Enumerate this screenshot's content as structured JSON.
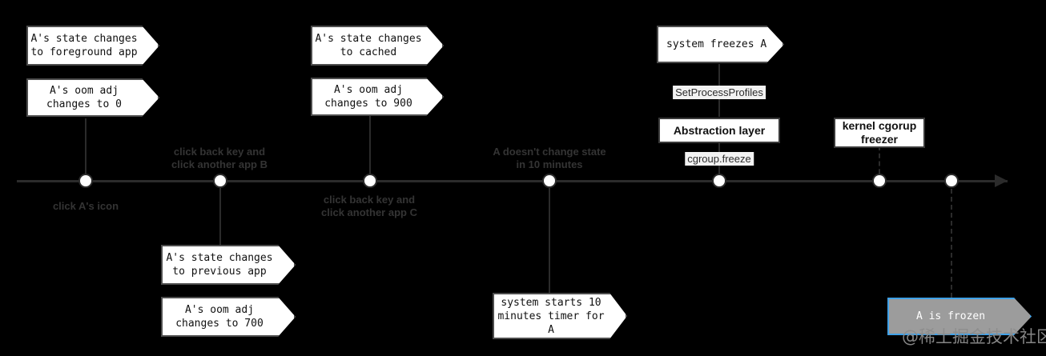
{
  "diagram": {
    "title": "App freeze timeline",
    "background_color": "#000000",
    "axis_color": "#2b2b2b",
    "node_fill": "#ffffff",
    "caption_color": "#343434",
    "highlight_border": "#3fa1e8",
    "highlight_fill": "#9c9c9c"
  },
  "axis": {
    "captions_above": [
      {
        "text": "click back key and\nclick another app B"
      },
      {
        "text": "A doesn't change state\nin 10 minutes"
      }
    ],
    "captions_below": [
      {
        "text": "click A's icon"
      },
      {
        "text": "click back key and\nclick another app C"
      }
    ]
  },
  "nodes": [
    {
      "id": "n1",
      "caption": "click A's icon"
    },
    {
      "id": "n2",
      "caption": "click back key and\nclick another app B"
    },
    {
      "id": "n3",
      "caption": "click back key and\nclick another app C"
    },
    {
      "id": "n4",
      "caption": "A doesn't change state\nin 10 minutes"
    },
    {
      "id": "n5",
      "caption": ""
    },
    {
      "id": "n6",
      "caption": ""
    },
    {
      "id": "n7",
      "caption": ""
    }
  ],
  "boxes": {
    "state_foreground": "A's state changes\nto foreground app",
    "oom_adj_0": "A's oom adj\nchanges to 0",
    "state_previous": "A's state changes\nto previous app",
    "oom_adj_700": "A's oom adj\nchanges to 700",
    "state_cached": "A's state changes\nto cached",
    "oom_adj_900": "A's oom adj\nchanges to 900",
    "timer_10min": "system starts 10\nminutes timer for\nA",
    "system_freezes": "system freezes A",
    "abstraction_layer": "Abstraction layer",
    "kernel_freezer": "kernel cgorup\nfreezer",
    "a_is_frozen": "A is frozen"
  },
  "edge_labels": {
    "set_process_profiles": "SetProcessProfiles",
    "cgroup_freeze": "cgroup.freeze"
  },
  "watermark": {
    "text": "@稀土掘金技术社区"
  }
}
